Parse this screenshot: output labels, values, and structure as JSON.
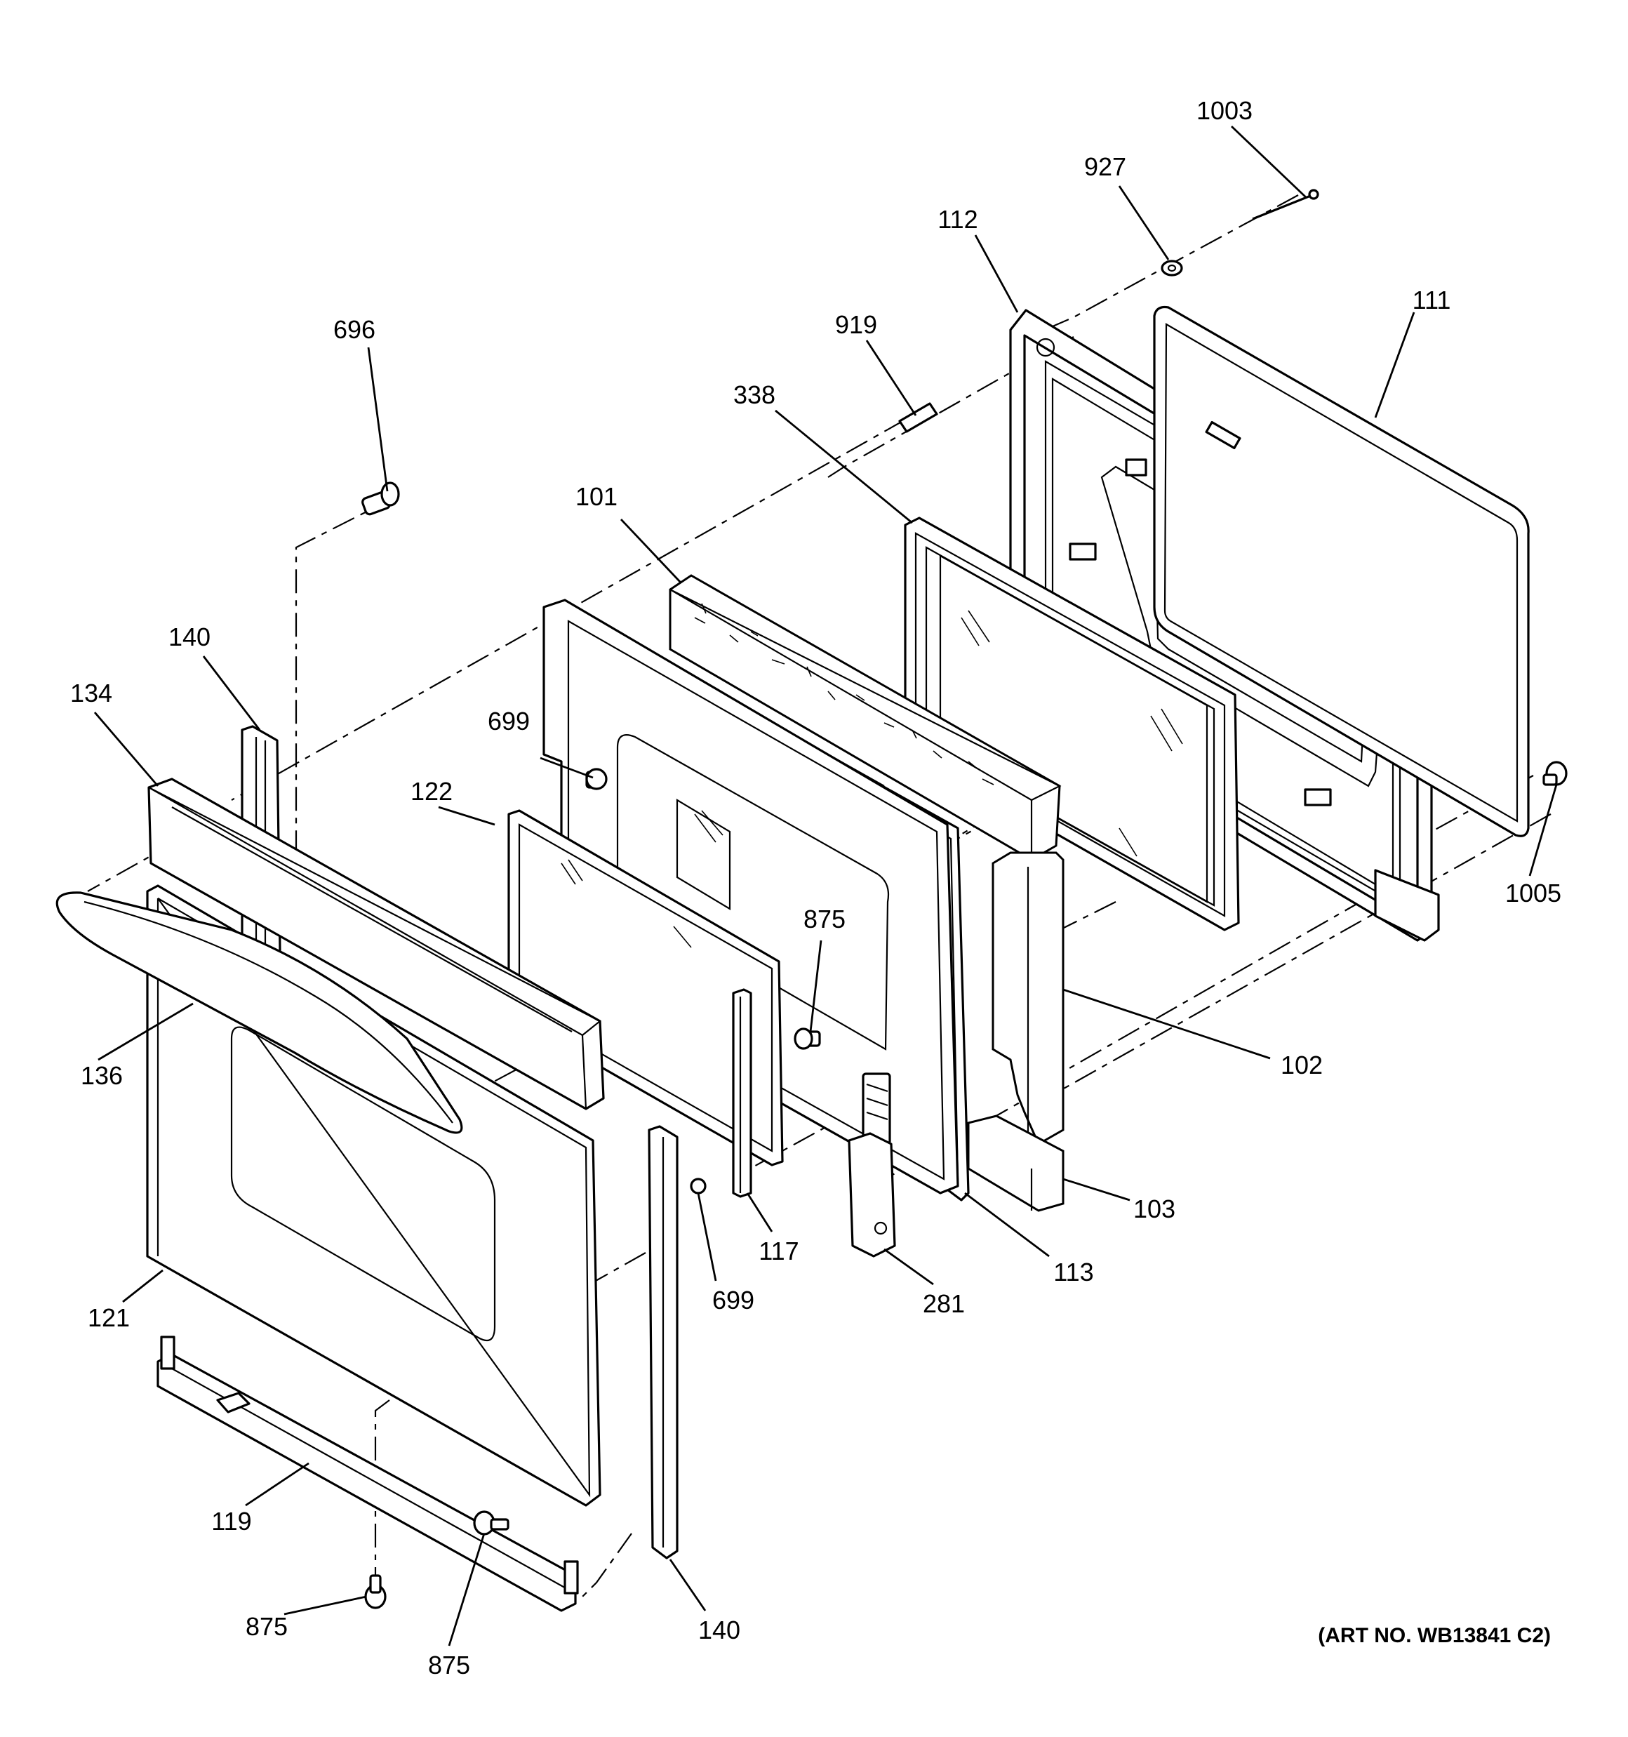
{
  "art_number": "(ART NO. WB13841 C2)",
  "callouts": [
    {
      "id": "c1003",
      "text": "1003"
    },
    {
      "id": "c927",
      "text": "927"
    },
    {
      "id": "c112",
      "text": "112"
    },
    {
      "id": "c111",
      "text": "111"
    },
    {
      "id": "c919",
      "text": "919"
    },
    {
      "id": "c696",
      "text": "696"
    },
    {
      "id": "c338",
      "text": "338"
    },
    {
      "id": "c101",
      "text": "101"
    },
    {
      "id": "c140a",
      "text": "140"
    },
    {
      "id": "c134",
      "text": "134"
    },
    {
      "id": "c699a",
      "text": "699"
    },
    {
      "id": "c122",
      "text": "122"
    },
    {
      "id": "c875a",
      "text": "875"
    },
    {
      "id": "c1005",
      "text": "1005"
    },
    {
      "id": "c136",
      "text": "136"
    },
    {
      "id": "c102",
      "text": "102"
    },
    {
      "id": "c103",
      "text": "103"
    },
    {
      "id": "c117",
      "text": "117"
    },
    {
      "id": "c113",
      "text": "113"
    },
    {
      "id": "c699b",
      "text": "699"
    },
    {
      "id": "c281",
      "text": "281"
    },
    {
      "id": "c121",
      "text": "121"
    },
    {
      "id": "c119",
      "text": "119"
    },
    {
      "id": "c875b",
      "text": "875"
    },
    {
      "id": "c875c",
      "text": "875"
    },
    {
      "id": "c140b",
      "text": "140"
    }
  ]
}
